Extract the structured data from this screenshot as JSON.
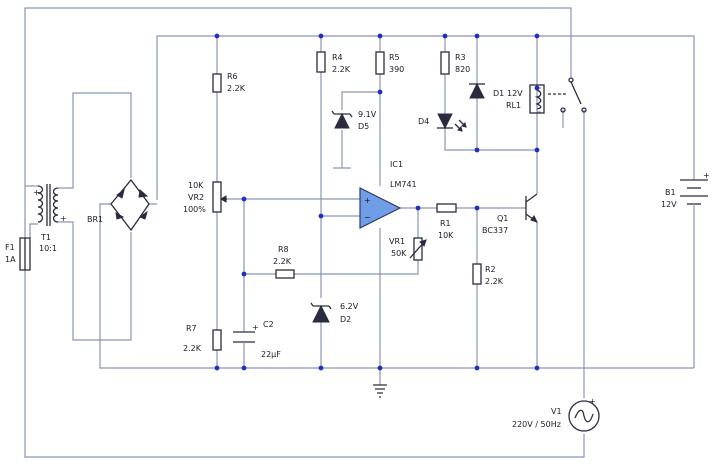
{
  "components": {
    "F1": {
      "ref": "F1",
      "value": "1A"
    },
    "T1": {
      "ref": "T1",
      "value": "10:1",
      "pol1": "+",
      "pol2": "+"
    },
    "BR1": {
      "ref": "BR1"
    },
    "R6": {
      "ref": "R6",
      "value": "2.2K"
    },
    "VR2": {
      "ref": "VR2",
      "value": "10K",
      "setting": "100%"
    },
    "R7": {
      "ref": "R7",
      "value": "2.2K"
    },
    "C2": {
      "ref": "C2",
      "value": "22µF",
      "pol": "+"
    },
    "R8": {
      "ref": "R8",
      "value": "2.2K"
    },
    "R4": {
      "ref": "R4",
      "value": "2.2K"
    },
    "D5": {
      "ref": "D5",
      "value": "9.1V"
    },
    "D2": {
      "ref": "D2",
      "value": "6.2V"
    },
    "R5": {
      "ref": "R5",
      "value": "390"
    },
    "IC1": {
      "ref": "IC1",
      "value": "LM741",
      "plus": "+",
      "minus": "−"
    },
    "VR1": {
      "ref": "VR1",
      "value": "50K"
    },
    "R1": {
      "ref": "R1",
      "value": "10K"
    },
    "R2": {
      "ref": "R2",
      "value": "2.2K"
    },
    "Q1": {
      "ref": "Q1",
      "value": "BC337"
    },
    "R3": {
      "ref": "R3",
      "value": "820"
    },
    "D4": {
      "ref": "D4"
    },
    "D1": {
      "ref": "D1"
    },
    "RL1": {
      "ref": "RL1",
      "value": "12V"
    },
    "B1": {
      "ref": "B1",
      "value": "12V",
      "pol": "+"
    },
    "V1": {
      "ref": "V1",
      "value": "220V / 50Hz",
      "pol": "+"
    }
  }
}
